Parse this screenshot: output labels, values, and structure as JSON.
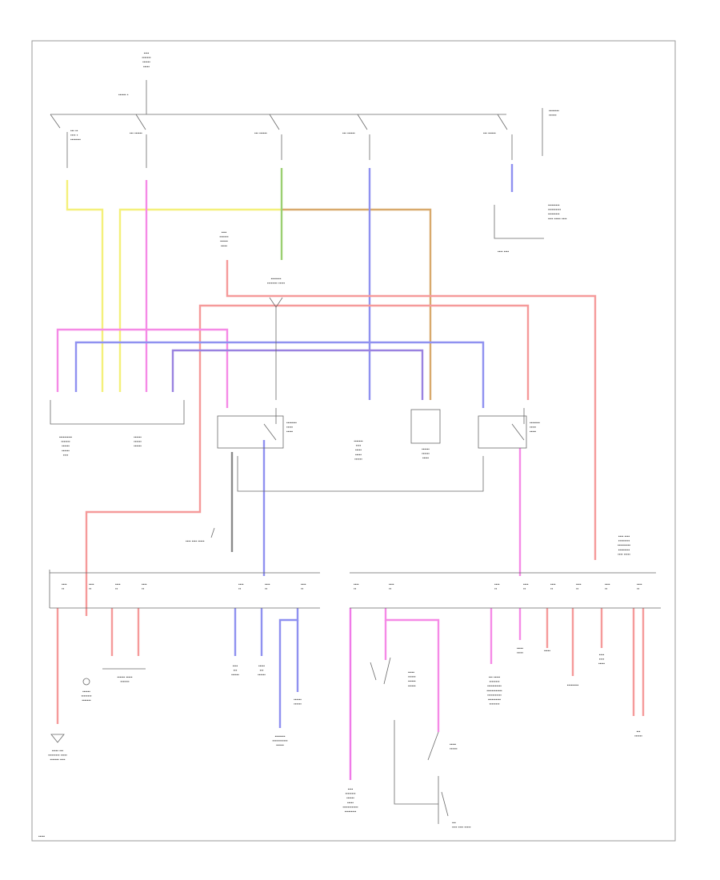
{
  "diagram": {
    "corner_label": "•••••",
    "colors": {
      "yellow": "#f4f07a",
      "pink": "#f58ae6",
      "green": "#9bcf72",
      "blue": "#8f91f0",
      "tan": "#d8a96c",
      "red": "#f59a9a",
      "violet": "#9a82e0",
      "gray": "#8a8a8a",
      "magenta": "#f07ae8"
    },
    "labels": {
      "battery_top": "••••\n•••••••\n••••••\n•••••",
      "wire_code_top": "•••••• •",
      "ignition_switch": "••••••••\n••••••",
      "sw1": "••• ••\n•••• •\n••••••••",
      "sw2": "••• ••••••",
      "sw3": "••• ••••••",
      "sw4": "••• ••••••",
      "sw5": "••• ••••••",
      "right_fuse_box": "•••••••••\n••••••••••\n•••••••••\n•••• ••••• ••••",
      "right_fuse_ref": "•••• ••••",
      "battery_mid": "••••\n•••••••\n••••••\n•••••",
      "center_relay": "••••••••\n•••••••• •••••",
      "left_module_a": "••••••••••\n•••••••\n••••••\n••••••\n••••",
      "left_module_b": "••••••\n••••••\n••••••",
      "relay_left": "••••••••\n•••••\n•••••",
      "center_module": "•••••••\n••••\n•••••\n•••••\n••••••",
      "engine_module": "••••••\n••••••\n•••••",
      "relay_right": "••••••••\n•••••\n•••••",
      "left_fuse_panel": "•••• •••• •••••",
      "right_fuse_panel": "•••• ••••\n•••••••••\n••••••••••\n•••••••••\n•••• •••••",
      "fuse": "••••\n••",
      "load_a": "••••••\n••••••••\n•••••••",
      "load_b": "•••••• •••••\n•••••••",
      "load_c": "••••• •••\n••••••••• •••••\n••••••• ••••",
      "load_d": "••••\n•••\n••••••",
      "load_e": "•••••\n•••\n••••••",
      "load_f": "••••••\n••••••",
      "load_g": "••••••••\n••••••••••••\n••••••",
      "load_h": "••••\n••••••••\n••••••\n•••••\n••••••••••••\n•••••••••",
      "brake_switch": "•••••\n••••••\n••••••\n••••••",
      "clutch_switch": "•••••\n••••••",
      "bottom_ref": "•••\n•••• •••• •••••",
      "load_i": "••• •••••\n••••••••\n•••••••••••\n••••••••••••\n•••••••••••\n••••••••••\n••••••••",
      "load_j": "•••••\n•••••",
      "load_k": "•••••",
      "load_l": "•••••••••",
      "load_m": "••••\n••••\n•••••",
      "load_n": "•••\n••••••",
      "left_panel_ref": "•••• •••• •••••",
      "load_o": "•••••••• •••••\n•••••••",
      "load_p": "•••••••• ••••••\n•••••••••••"
    }
  }
}
